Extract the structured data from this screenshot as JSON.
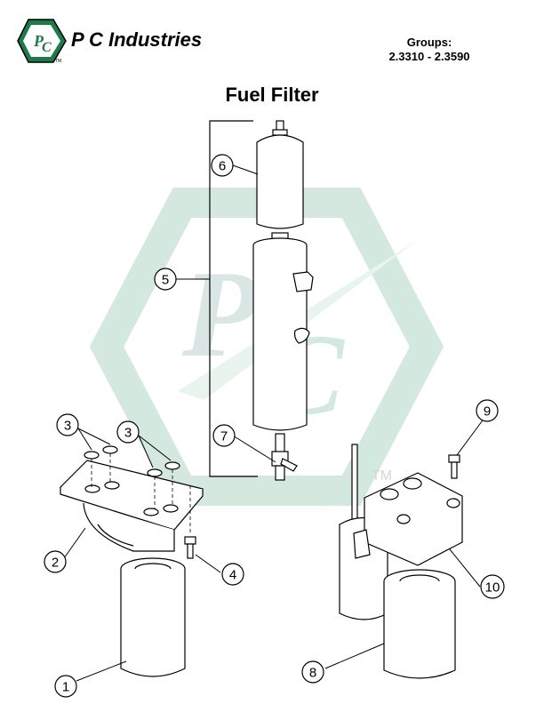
{
  "header": {
    "brand_name": "P C Industries",
    "logo_letters": "PC",
    "trademark": "TM",
    "groups_label": "Groups:",
    "groups_range": "2.3310 - 2.3590"
  },
  "title": "Fuel Filter",
  "watermark": {
    "letters": "PC",
    "trademark": "TM",
    "color": "#cfe6dc"
  },
  "callouts": [
    {
      "number": "1"
    },
    {
      "number": "2"
    },
    {
      "number": "3"
    },
    {
      "number": "3"
    },
    {
      "number": "4"
    },
    {
      "number": "5"
    },
    {
      "number": "6"
    },
    {
      "number": "7"
    },
    {
      "number": "8"
    },
    {
      "number": "9"
    },
    {
      "number": "10"
    }
  ],
  "colors": {
    "logo_green": "#1f7a4a",
    "line": "#000000"
  }
}
